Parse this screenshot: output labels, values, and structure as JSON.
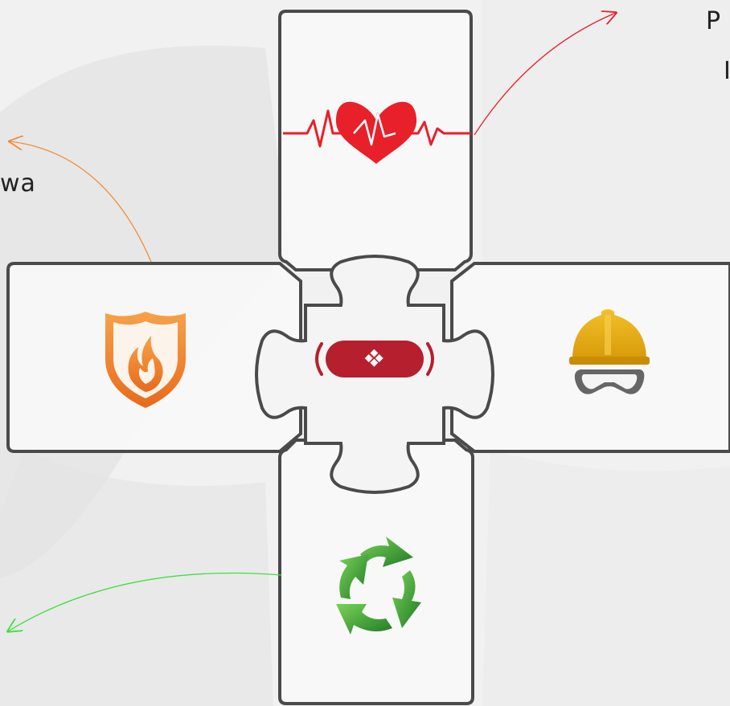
{
  "labels": {
    "left": "wa",
    "top_right_line1": "P",
    "top_right_line2": "I"
  },
  "colors": {
    "background": "#f1f1f1",
    "puzzle_stroke": "#4a4a4a",
    "heart": "#e8202a",
    "flame_shield": "#f08a2a",
    "helmet": "#e3a80e",
    "recycle": "#3aa63a",
    "center_capsule": "#b6202e",
    "arrow_red": "#e8202a",
    "arrow_orange": "#f28c3c",
    "arrow_green": "#3ee03e"
  },
  "icons": {
    "top": "heartbeat-icon",
    "left": "fire-shield-icon",
    "right": "safety-helmet-goggles-icon",
    "bottom": "recycle-icon",
    "center": "capsule-logo-icon"
  }
}
